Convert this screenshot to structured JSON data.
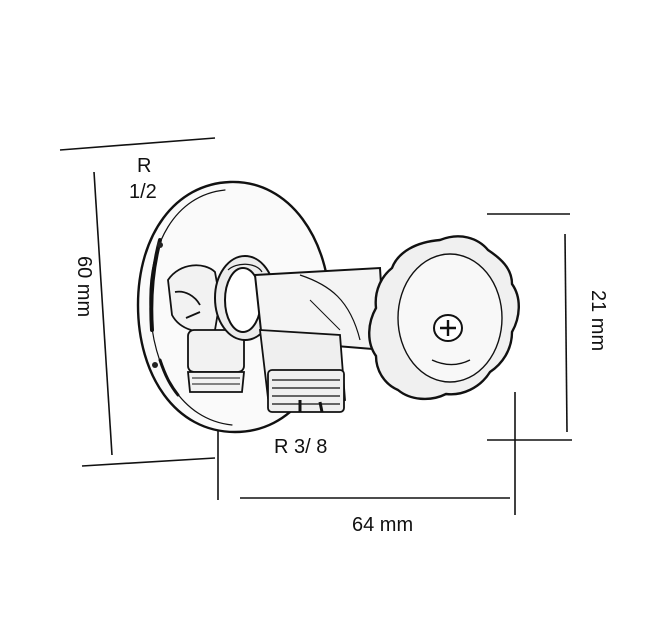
{
  "labels": {
    "thread_in_line1": "R",
    "thread_in_line2": "1/2",
    "thread_out": "R 3/ 8",
    "width": "64 mm",
    "height": "60 mm",
    "handle": "21 mm"
  }
}
